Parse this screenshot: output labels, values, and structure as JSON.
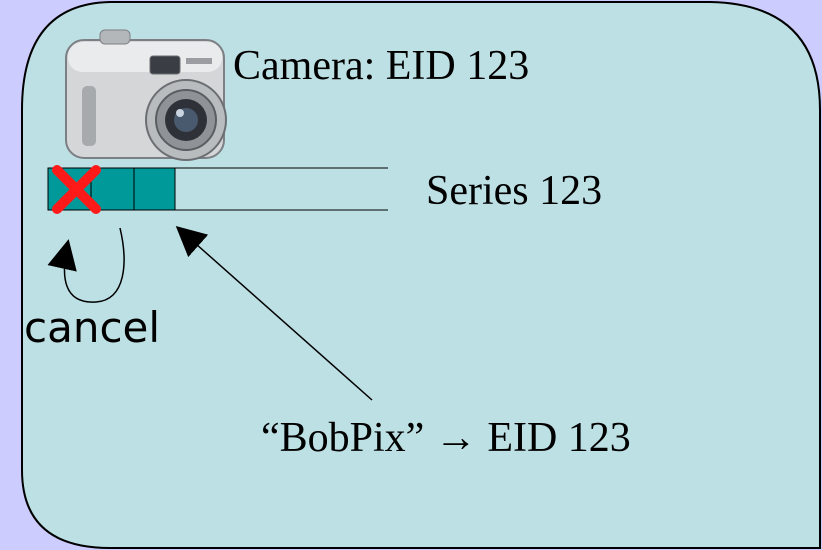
{
  "colors": {
    "page_background": "#CCCCFF",
    "card_background": "#BDE0E4",
    "card_border": "#000000",
    "cell_fill": "#009999",
    "cancel_mark": "#FF1A1A",
    "arrow": "#000000"
  },
  "camera": {
    "icon": "digital-camera-icon",
    "label": "Camera: EID 123"
  },
  "series": {
    "label": "Series 123",
    "filled_slots": 3,
    "cancelled_slot": 1
  },
  "cancel": {
    "icon": "red-x-icon",
    "label": "cancel"
  },
  "mapping": {
    "label": "“BobPix” → EID 123"
  }
}
